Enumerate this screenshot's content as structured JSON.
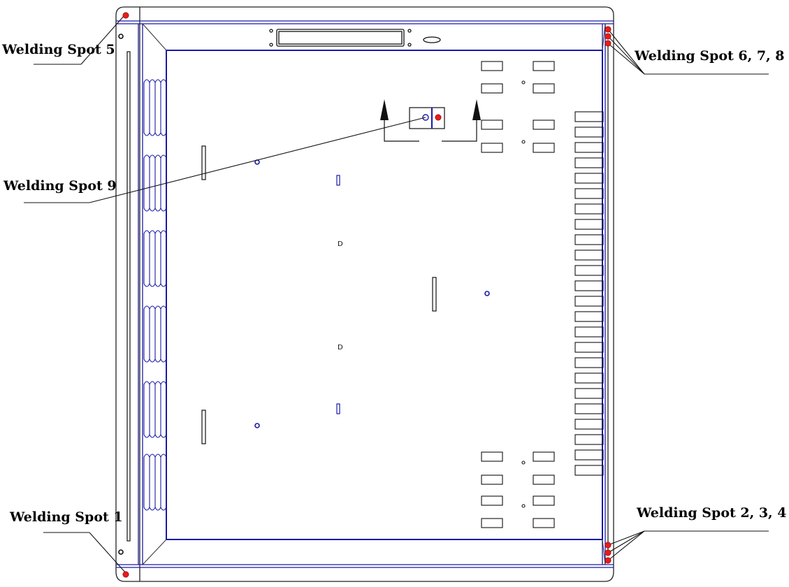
{
  "labels": {
    "spot5": "Welding Spot 5",
    "spot678": "Welding Spot 6, 7, 8",
    "spot9": "Welding Spot 9",
    "spot1": "Welding Spot 1",
    "spot234": "Welding Spot 2, 3, 4"
  },
  "colors": {
    "frame_line": "#1a1aa8",
    "outline": "#111111",
    "weld_spot": "#e81c1c",
    "background": "#ffffff"
  }
}
